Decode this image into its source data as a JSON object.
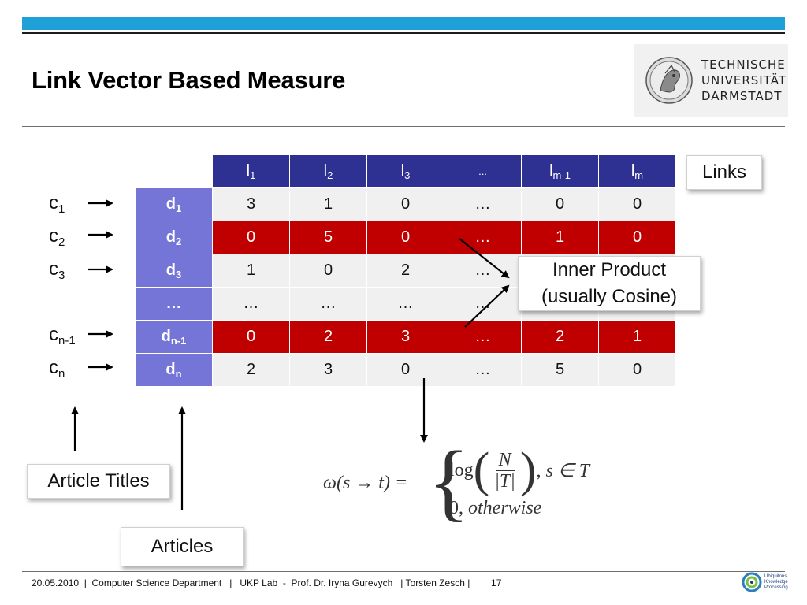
{
  "slide": {
    "title": "Link Vector Based Measure"
  },
  "logo": {
    "line1": "TECHNISCHE",
    "line2": "UNIVERSITÄT",
    "line3": "DARMSTADT"
  },
  "matrix": {
    "header": [
      {
        "base": "l",
        "sub": "1"
      },
      {
        "base": "l",
        "sub": "2"
      },
      {
        "base": "l",
        "sub": "3"
      },
      {
        "base": "...",
        "sub": ""
      },
      {
        "base": "l",
        "sub": "m-1"
      },
      {
        "base": "l",
        "sub": "m"
      }
    ],
    "rows": [
      {
        "label": {
          "base": "d",
          "sub": "1"
        },
        "cells": [
          "3",
          "1",
          "0",
          "…",
          "0",
          "0"
        ],
        "highlight": false
      },
      {
        "label": {
          "base": "d",
          "sub": "2"
        },
        "cells": [
          "0",
          "5",
          "0",
          "…",
          "1",
          "0"
        ],
        "highlight": true
      },
      {
        "label": {
          "base": "d",
          "sub": "3"
        },
        "cells": [
          "1",
          "0",
          "2",
          "…",
          "",
          ""
        ],
        "highlight": false
      },
      {
        "label": {
          "base": "…",
          "sub": ""
        },
        "cells": [
          "…",
          "…",
          "…",
          "…",
          "",
          ""
        ],
        "highlight": false
      },
      {
        "label": {
          "base": "d",
          "sub": "n-1"
        },
        "cells": [
          "0",
          "2",
          "3",
          "…",
          "2",
          "1"
        ],
        "highlight": true
      },
      {
        "label": {
          "base": "d",
          "sub": "n"
        },
        "cells": [
          "2",
          "3",
          "0",
          "…",
          "5",
          "0"
        ],
        "highlight": false
      }
    ]
  },
  "row_labels": [
    {
      "base": "c",
      "sub": "1"
    },
    {
      "base": "c",
      "sub": "2"
    },
    {
      "base": "c",
      "sub": "3"
    },
    {
      "base": "c",
      "sub": "n-1"
    },
    {
      "base": "c",
      "sub": "n"
    }
  ],
  "callouts": {
    "links": "Links",
    "inner_product_line1": "Inner Product",
    "inner_product_line2": "(usually Cosine)",
    "article_titles": "Article Titles",
    "articles": "Articles"
  },
  "formula": {
    "lhs": "ω(s → t) =",
    "log": "log",
    "numerator": "N",
    "denominator": "|T|",
    "condition": ", s ∈ T",
    "zero": "0,",
    "otherwise": "otherwise"
  },
  "footer": {
    "date": "20.05.2010",
    "department": "Computer Science Department",
    "lab": "UKP Lab",
    "professor": "Prof. Dr. Iryna Gurevych",
    "author": "Torsten Zesch",
    "page": "17",
    "ukp_line1": "Ubiquitous",
    "ukp_line2": "Knowledge",
    "ukp_line3": "Processing"
  },
  "colors": {
    "accent_bar": "#1fa1d8",
    "header_bg": "#2e3192",
    "rowhead_bg": "#7575d8",
    "highlight_row": "#c00000",
    "cell_bg": "#f0f0f0"
  }
}
